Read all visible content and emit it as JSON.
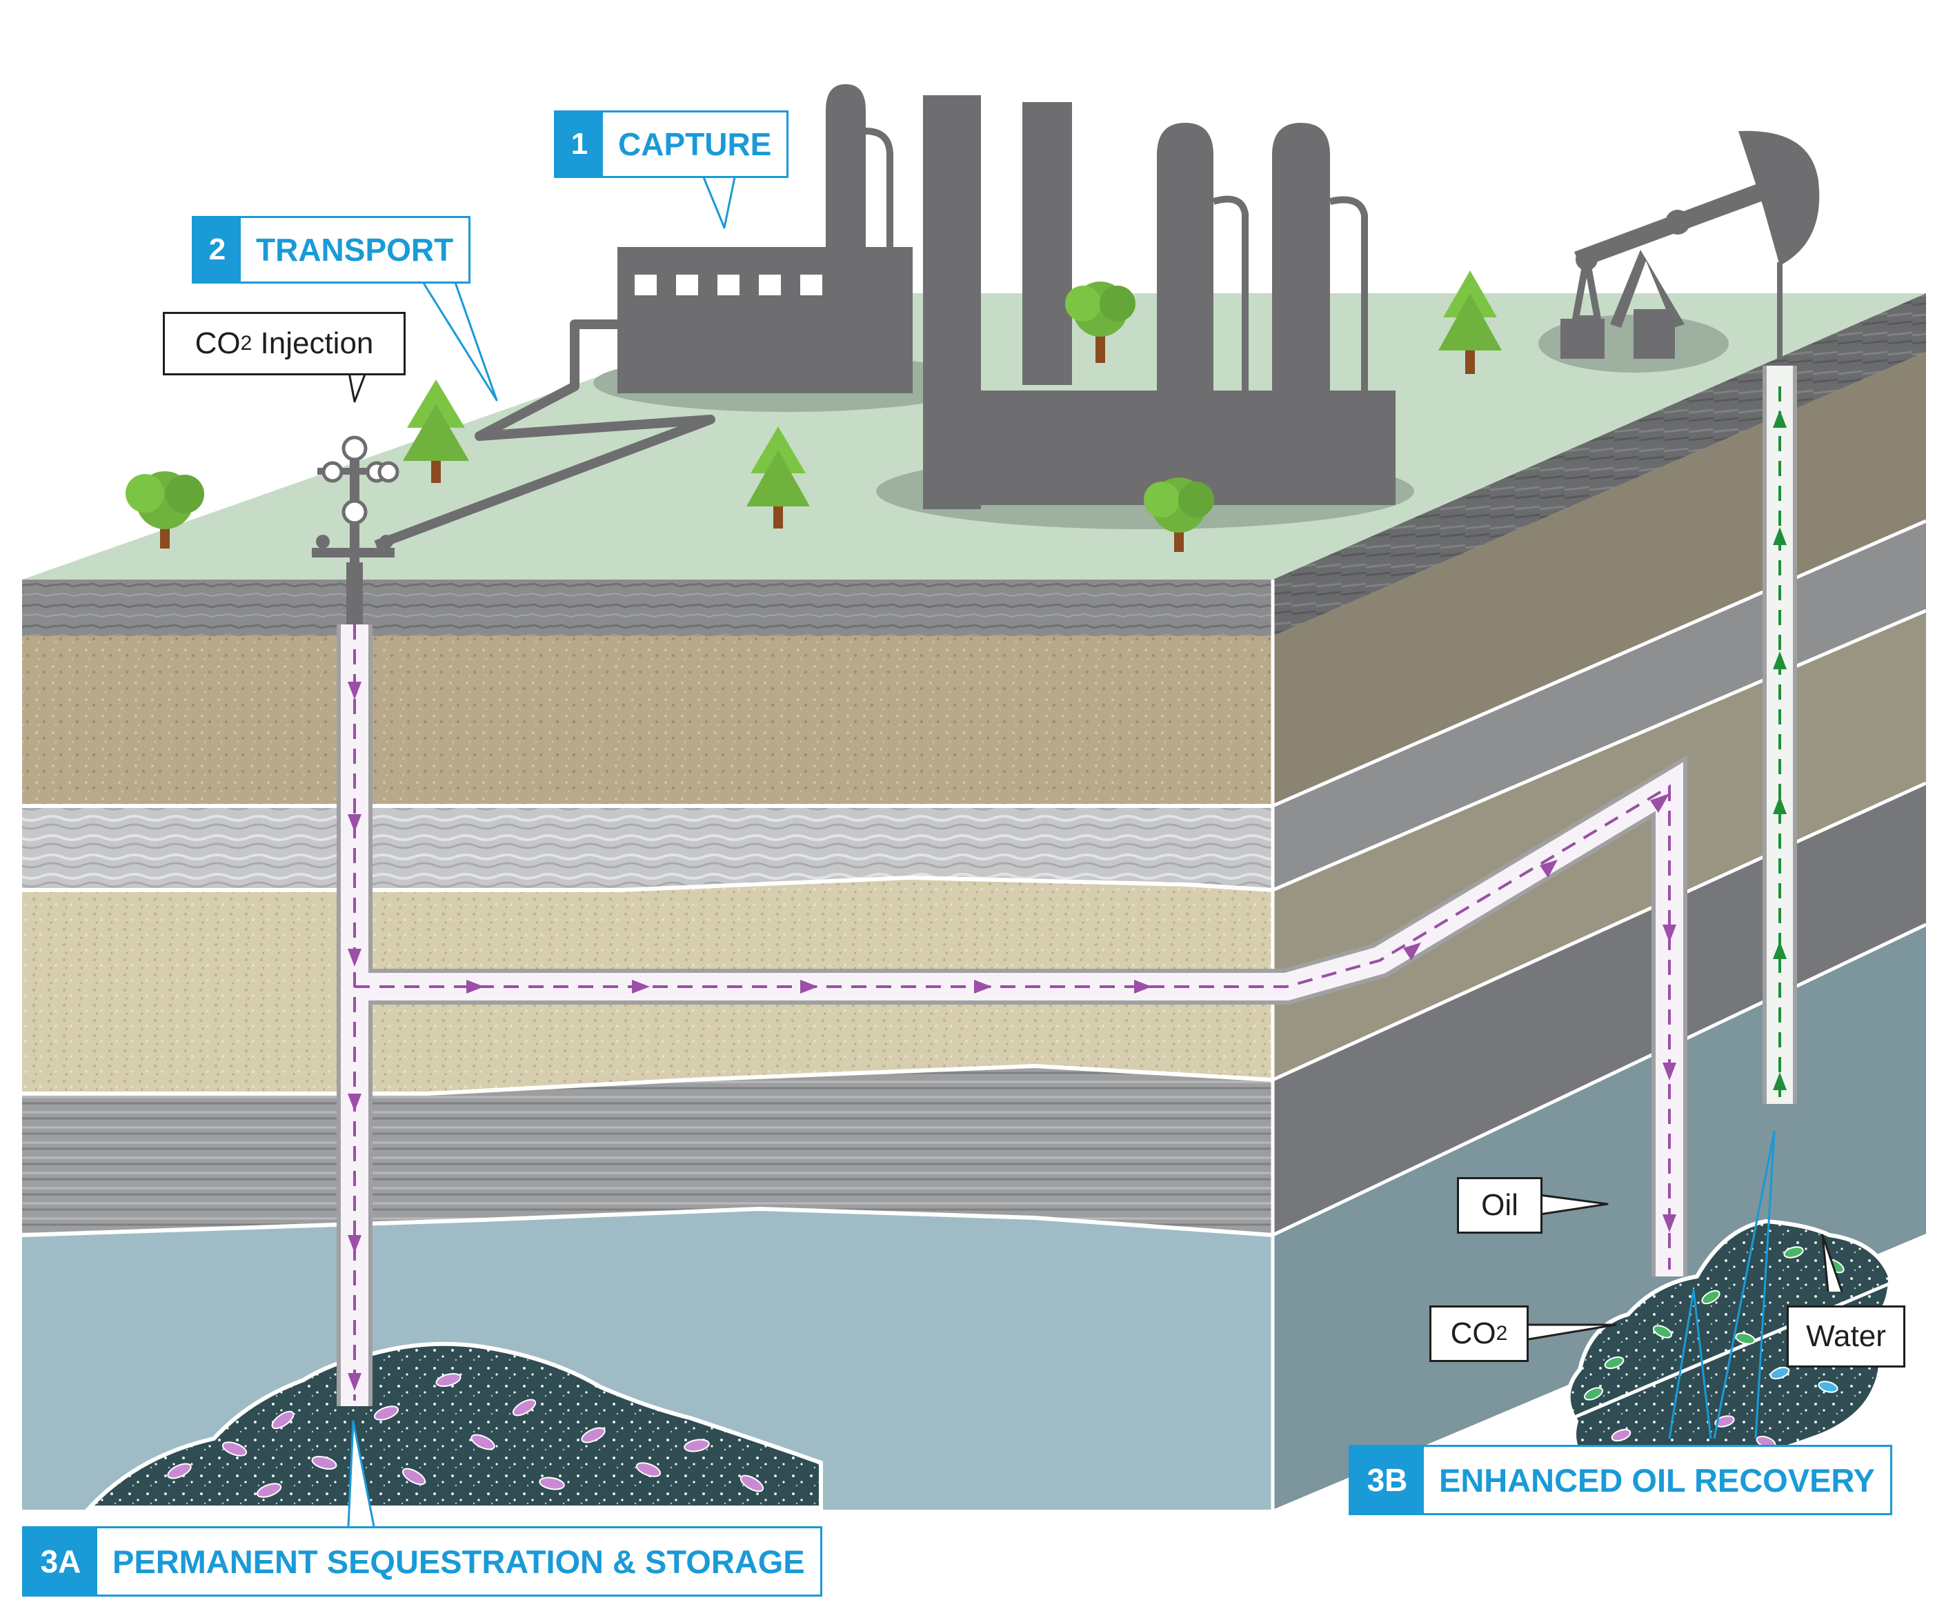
{
  "stages": {
    "capture": {
      "number": "1",
      "label": "CAPTURE"
    },
    "transport": {
      "number": "2",
      "label": "TRANSPORT"
    },
    "storage": {
      "number": "3A",
      "label": "PERMANENT SEQUESTRATION & STORAGE"
    },
    "eor": {
      "number": "3B",
      "label": "ENHANCED OIL RECOVERY"
    }
  },
  "callouts": {
    "injection": {
      "pre": "CO",
      "sub": "2",
      "post": " Injection"
    },
    "oil": "Oil",
    "co2": {
      "pre": "CO",
      "sub": "2"
    },
    "water": "Water"
  },
  "colors": {
    "accent": "#1a9ad7",
    "ground": "#c7dcc6",
    "building": "#6e6e70",
    "co2_flow": "#9b4fa6",
    "oil_flow": "#1f8f3a",
    "water_layer": "#9fbcc6"
  }
}
